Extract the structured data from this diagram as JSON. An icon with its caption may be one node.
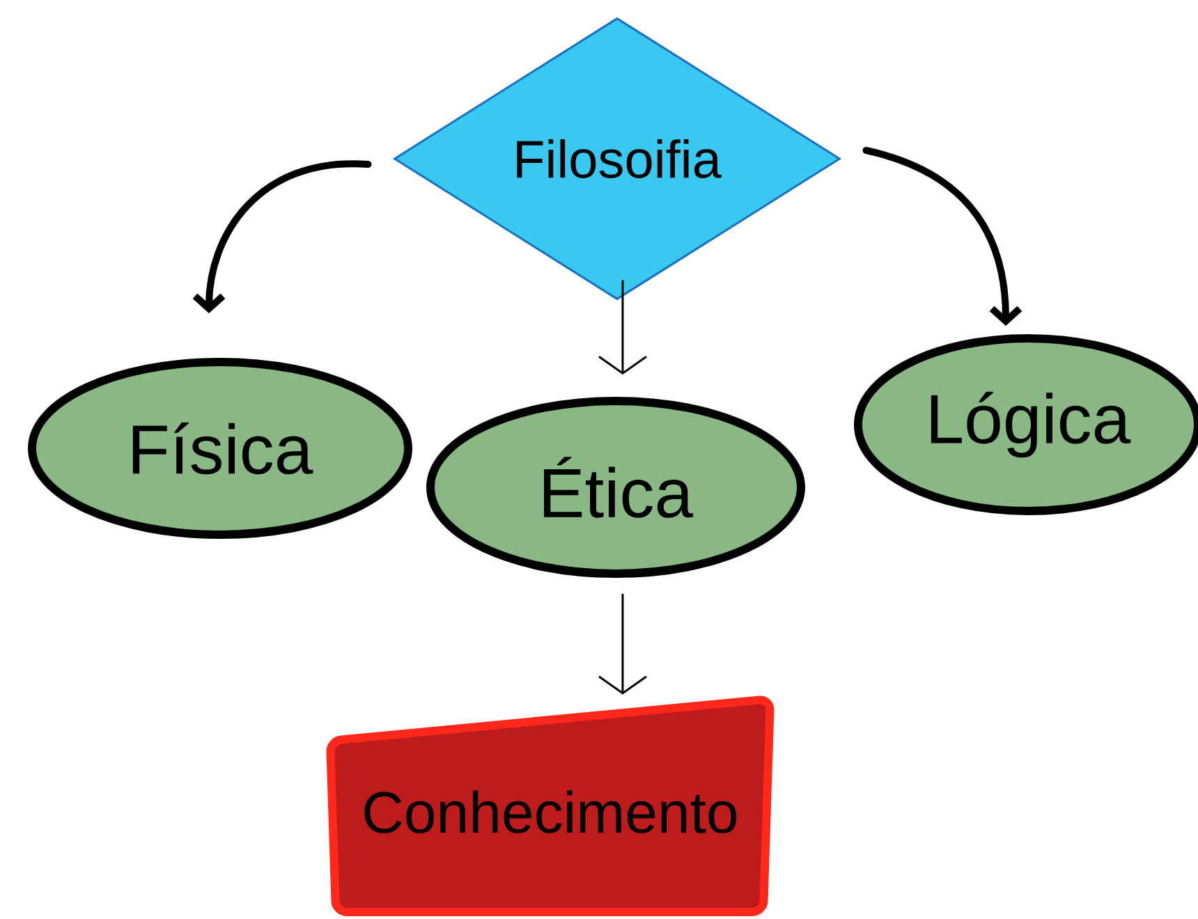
{
  "diagram": {
    "nodes": [
      {
        "text": [
          "Filosoifia"
        ]
      },
      {
        "text": [
          "Física"
        ]
      },
      {
        "text": [
          "Ética"
        ]
      },
      {
        "text": [
          "Lógica"
        ]
      },
      {
        "text": [
          "Conhecimento"
        ]
      }
    ],
    "edges": [
      {
        "from": 0,
        "to": 1,
        "arrow": "to",
        "style": "thick"
      },
      {
        "from": 0,
        "to": 2,
        "arrow": "to"
      },
      {
        "from": 0,
        "to": 3,
        "arrow": "to",
        "style": "thick"
      },
      {
        "from": 2,
        "to": 4,
        "arrow": "to"
      }
    ]
  }
}
